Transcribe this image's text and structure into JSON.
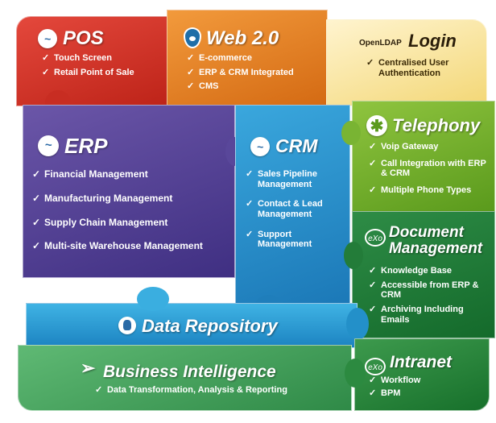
{
  "pos": {
    "title": "POS",
    "items": [
      "Touch Screen",
      "Retail Point of Sale"
    ]
  },
  "web": {
    "title": "Web 2.0",
    "items": [
      "E-commerce",
      "ERP & CRM Integrated",
      "CMS"
    ]
  },
  "login": {
    "logo": "OpenLDAP",
    "title": "Login",
    "items": [
      "Centralised User Authentication"
    ]
  },
  "erp": {
    "title": "ERP",
    "items": [
      "Financial Management",
      "Manufacturing Management",
      "Supply Chain Management",
      "Multi-site Warehouse Management"
    ]
  },
  "crm": {
    "title": "CRM",
    "items": [
      "Sales Pipeline Management",
      "Contact & Lead Management",
      "Support Management"
    ]
  },
  "telephony": {
    "title": "Telephony",
    "items": [
      "Voip Gateway",
      "Call Integration with ERP & CRM",
      "Multiple Phone Types"
    ]
  },
  "document": {
    "logo": "eXo",
    "title_line1": "Document",
    "title_line2": "Management",
    "items": [
      "Knowledge Base",
      "Accessible from ERP & CRM",
      "Archiving Including Emails"
    ]
  },
  "data_repository": {
    "title": "Data Repository"
  },
  "bi": {
    "title": "Business Intelligence",
    "items": [
      "Data Transformation, Analysis & Reporting"
    ]
  },
  "intranet": {
    "logo": "eXo",
    "title": "Intranet",
    "items": [
      "Workflow",
      "BPM"
    ]
  },
  "colors": {
    "pos": "#d1352a",
    "web": "#e4821f",
    "login": "#f6e39a",
    "erp": "#4f3e92",
    "crm": "#2791cf",
    "telephony": "#76b12f",
    "document": "#1f7a35",
    "data_repository": "#2a9bd5",
    "bi": "#44a05c",
    "intranet": "#267f39"
  },
  "icons": {
    "pos": "openerp-bubble-icon",
    "web": "drupal-drop-icon",
    "erp": "openerp-bubble-icon",
    "crm": "openerp-bubble-icon",
    "telephony": "asterisk-icon",
    "document": "exo-logo-icon",
    "data_repository": "postgresql-elephant-icon",
    "bi": "pentaho-arrow-icon",
    "intranet": "exo-logo-icon"
  }
}
